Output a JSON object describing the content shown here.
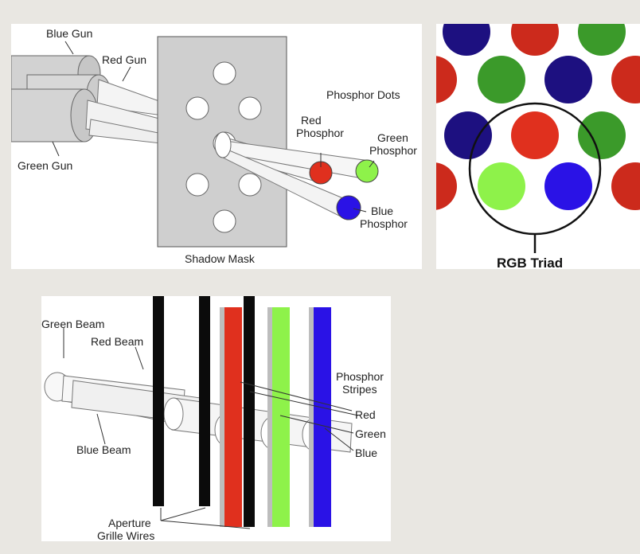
{
  "shadow_mask": {
    "labels": {
      "blue_gun": "Blue Gun",
      "red_gun": "Red Gun",
      "green_gun": "Green Gun",
      "phosphor_dots": "Phosphor Dots",
      "red_phosphor_1": "Red",
      "red_phosphor_2": "Phosphor",
      "green_phosphor_1": "Green",
      "green_phosphor_2": "Phosphor",
      "blue_phosphor_1": "Blue",
      "blue_phosphor_2": "Phosphor",
      "shadow_mask": "Shadow Mask"
    }
  },
  "triad": {
    "label": "RGB Triad"
  },
  "aperture_grille": {
    "labels": {
      "green_beam": "Green Beam",
      "red_beam": "Red Beam",
      "blue_beam": "Blue Beam",
      "phosphor_stripes_1": "Phosphor",
      "phosphor_stripes_2": "Stripes",
      "red": "Red",
      "green": "Green",
      "blue": "Blue",
      "aperture_1": "Aperture",
      "aperture_2": "Grille Wires"
    }
  },
  "colors": {
    "red": "#e0301e",
    "green": "#8ef24a",
    "blue": "#2a12e6",
    "dark_blue": "#1d1080",
    "dark_red": "#cc2a1c",
    "dark_green": "#3b9a2a",
    "mask_gray": "#cfcfcf",
    "gun_gray": "#d2d2d2"
  }
}
